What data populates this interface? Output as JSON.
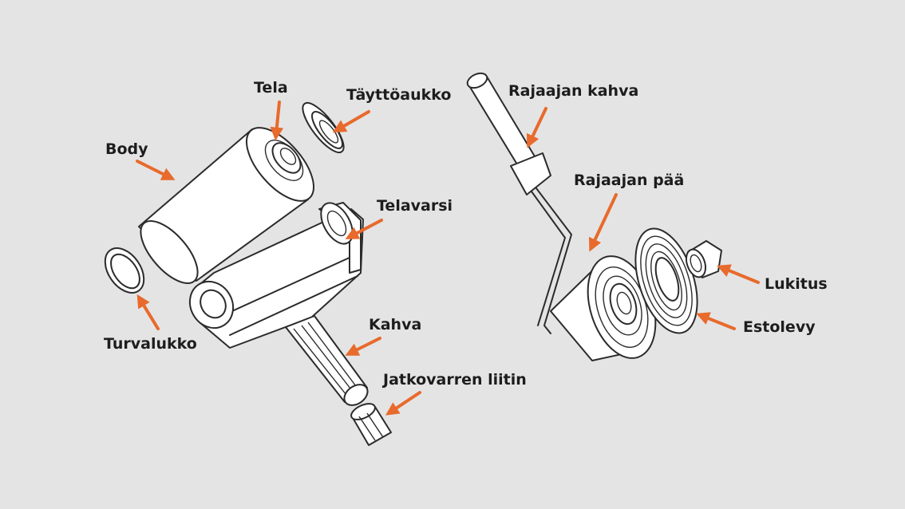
{
  "diagram": {
    "accent_color": "#e86a2c",
    "labels": {
      "tela": "Tela",
      "tayttoaukko": "Täyttöaukko",
      "body": "Body",
      "telavarsi": "Telavarsi",
      "turvalukko": "Turvalukko",
      "kahva": "Kahva",
      "jatkovarren_liitin": "Jatkovarren liitin",
      "rajaajan_kahva": "Rajaajan kahva",
      "rajaajan_paa": "Rajaajan pää",
      "lukitus": "Lukitus",
      "estolevy": "Estolevy"
    }
  }
}
